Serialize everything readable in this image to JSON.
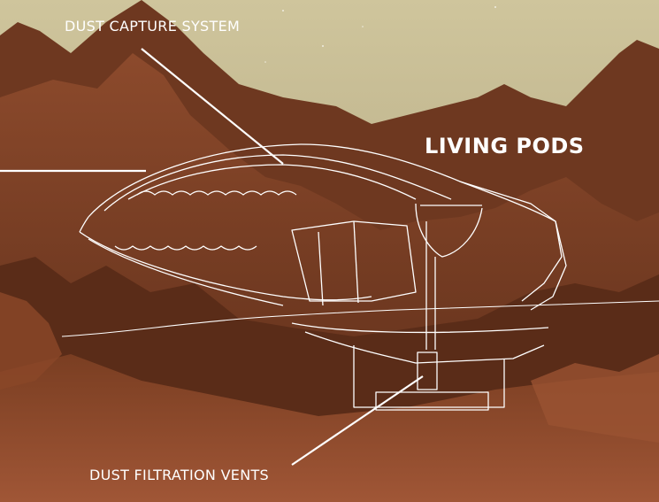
{
  "labels": {
    "dust_capture": "DUST CAPTURE SYSTEM",
    "living_pods": "LIVING PODS",
    "dust_filtration": "DUST FILTRATION VENTS"
  },
  "colors": {
    "sky": "#b8b088",
    "terrain_dark": "#4a2414",
    "terrain_mid": "#7a3e22",
    "terrain_light": "#a4583a",
    "linework": "#ffffff"
  }
}
